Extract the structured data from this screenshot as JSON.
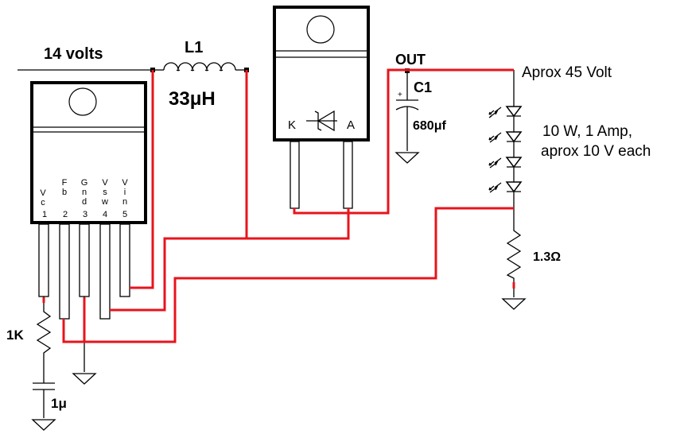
{
  "labels": {
    "input_voltage": "14 volts",
    "inductor_ref": "L1",
    "inductor_value": "33μH",
    "out_node": "OUT",
    "cap_ref": "C1",
    "cap_value": "680μf",
    "output_voltage": "Aprox 45 Volt",
    "led_spec_line1": "10 W, 1 Amp,",
    "led_spec_line2": "aprox 10 V each",
    "sense_resistor": "1.3Ω",
    "comp_resistor": "1K",
    "comp_cap": "1μ",
    "diode_k": "K",
    "diode_a": "A",
    "cap_plus": "+"
  },
  "regulator_pins": [
    {
      "name": "Vc",
      "num": "1"
    },
    {
      "name": "Fb",
      "num": "2"
    },
    {
      "name": "Gnd",
      "num": "3"
    },
    {
      "name": "Vsw",
      "num": "4"
    },
    {
      "name": "Vin",
      "num": "5"
    }
  ],
  "colors": {
    "wire": "#e8141c",
    "ink": "#000000"
  },
  "icons": [
    "led-icon",
    "diode-icon",
    "ground-icon",
    "resistor-icon",
    "inductor-icon",
    "capacitor-icon"
  ]
}
